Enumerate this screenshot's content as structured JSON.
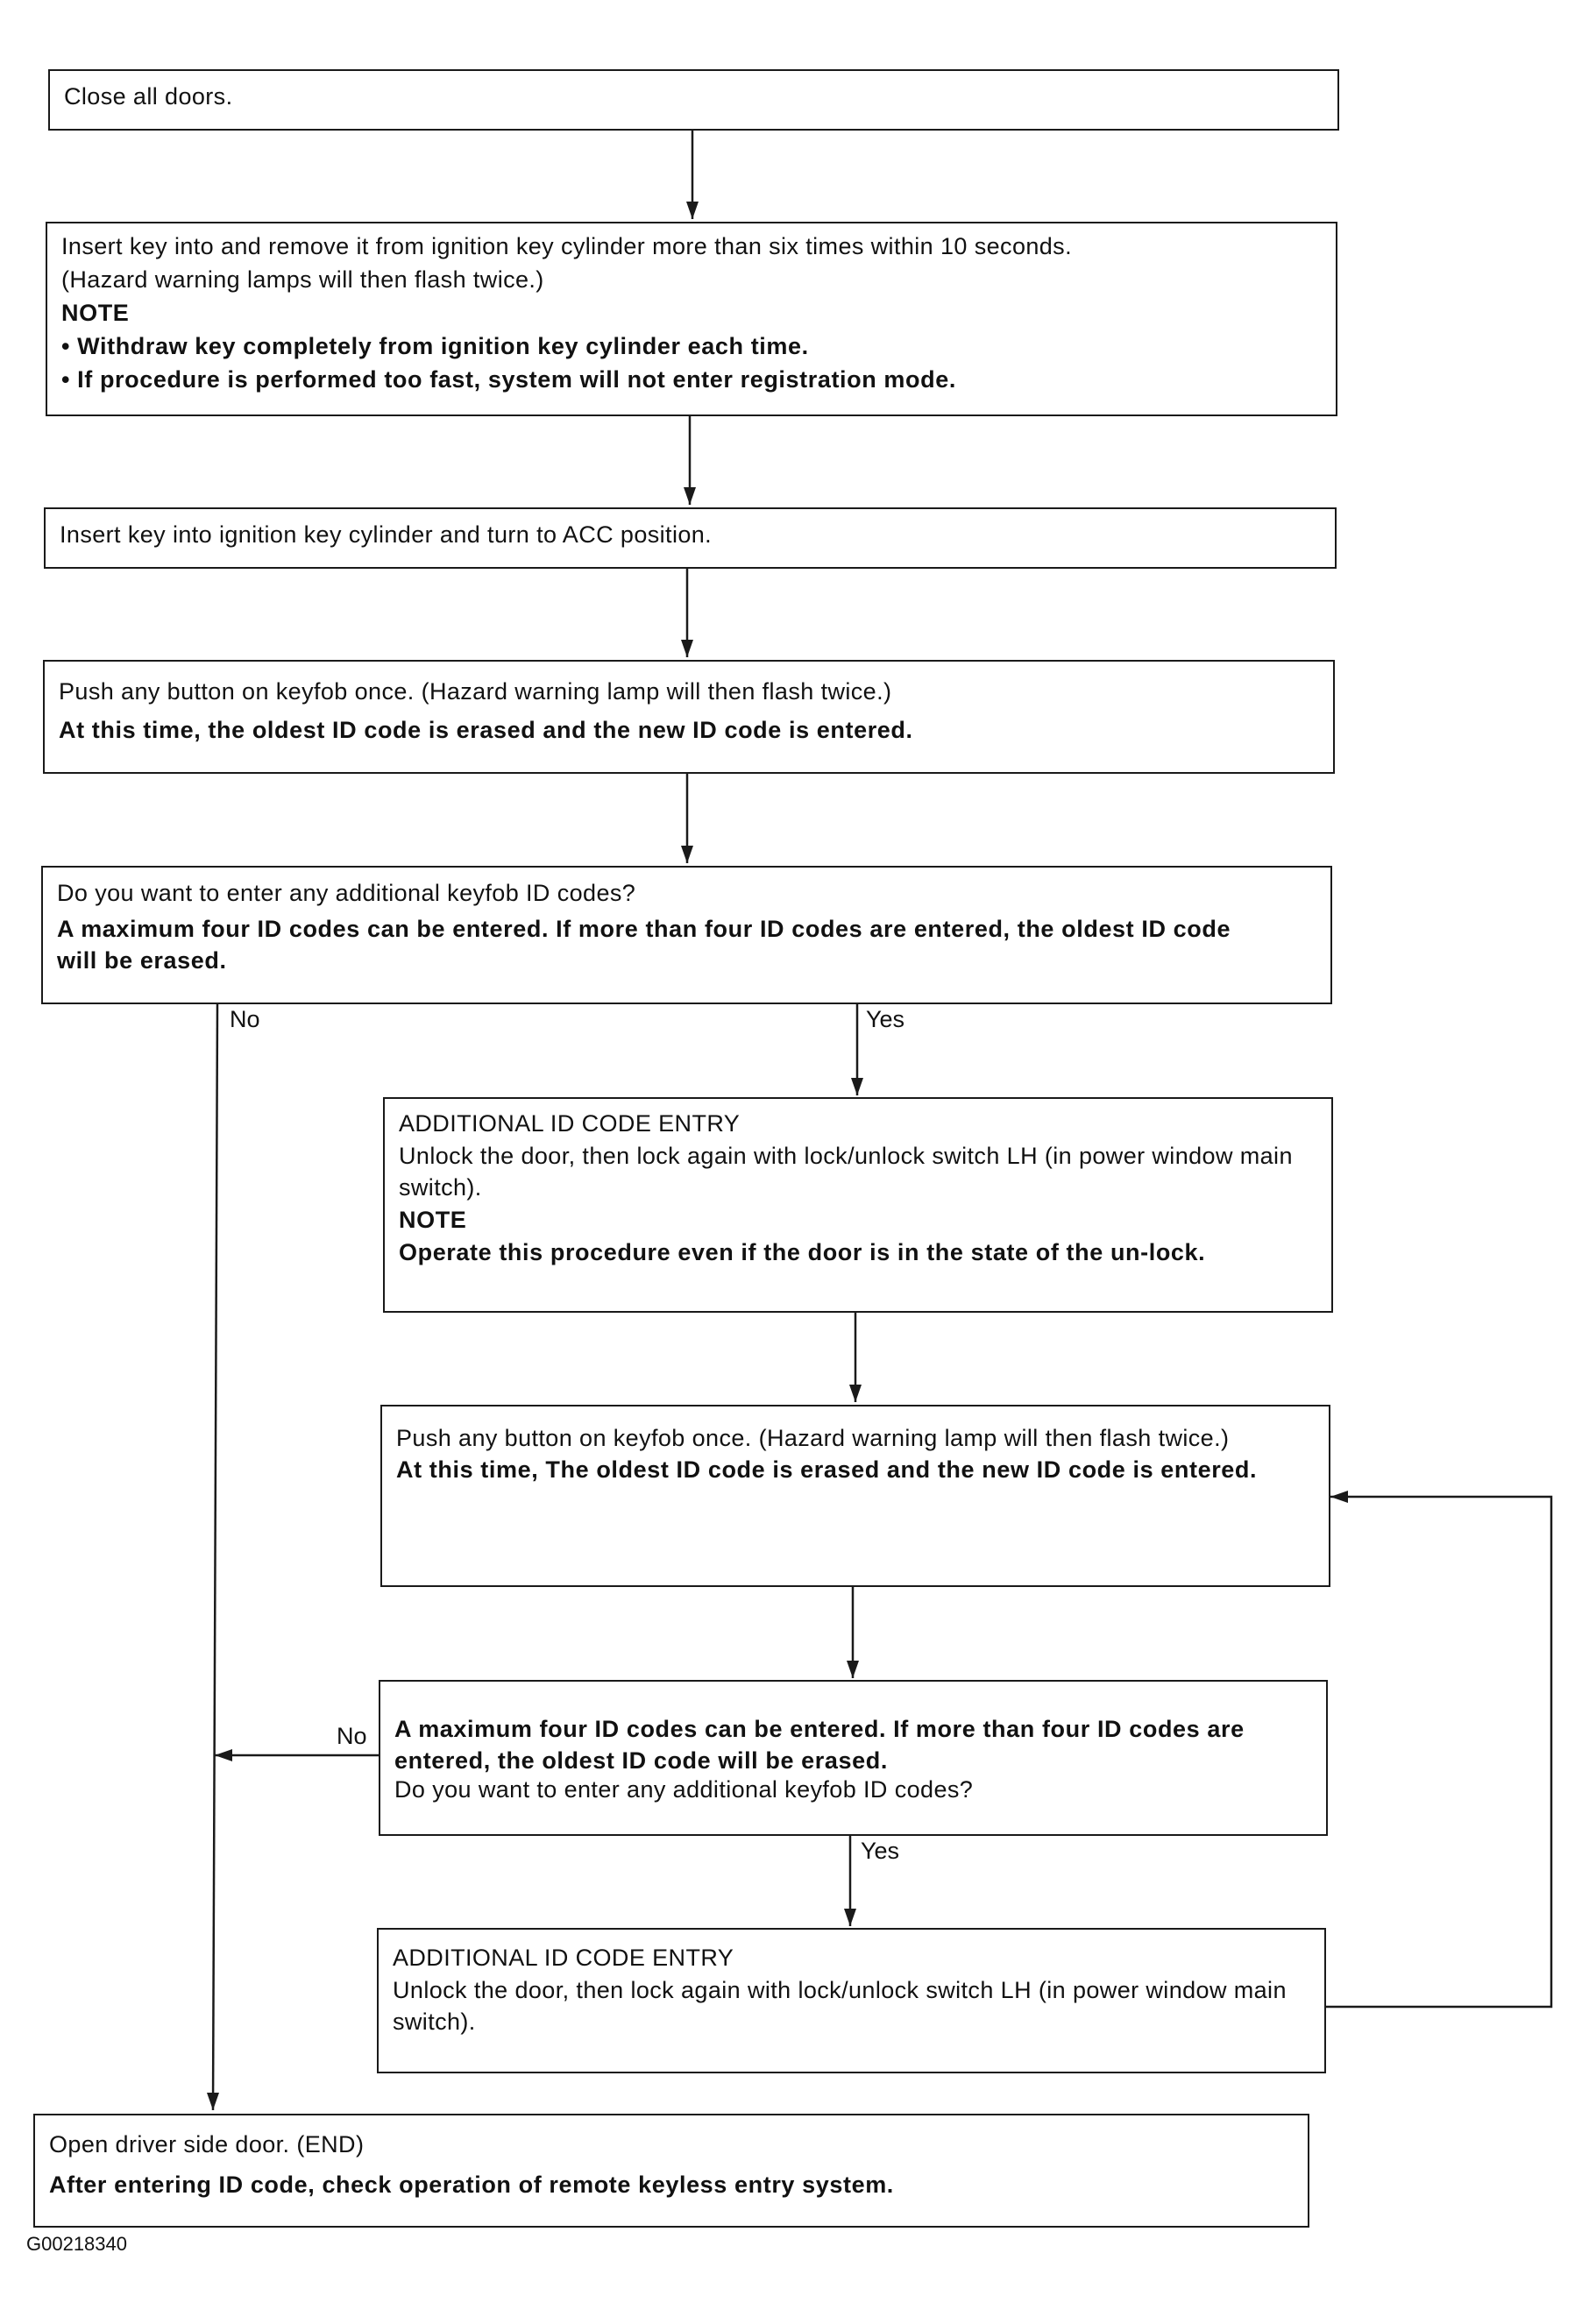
{
  "step_close_doors": "Close all doors.",
  "step_insert_remove": {
    "line1": "Insert key into and remove it from ignition key cylinder more than six times within 10 seconds.",
    "line2": "(Hazard warning lamps will then flash twice.)",
    "note_heading": "NOTE",
    "bullet1": "• Withdraw key completely from ignition key cylinder each time.",
    "bullet2": "• If procedure is performed too fast, system will not enter registration mode."
  },
  "step_acc": "Insert key into ignition key cylinder and turn to ACC position.",
  "step_push_first": {
    "line1": "Push any button on keyfob once. (Hazard warning lamp will then flash twice.)",
    "bold": "At this time, the oldest ID code is erased and the new ID code is entered."
  },
  "decision_first": {
    "question": "Do you want to enter any additional keyfob ID codes?",
    "bold": "A maximum four ID codes can be entered. If more than four ID codes are entered, the oldest ID code will be erased."
  },
  "additional_entry_1": {
    "title": "ADDITIONAL ID CODE ENTRY",
    "text": "Unlock the door, then lock again with lock/unlock switch LH (in power window main switch).",
    "note_heading": "NOTE",
    "note_bold": "Operate this procedure even if the door is in the state of the un-lock."
  },
  "step_push_loop": {
    "line1": "Push any button on keyfob once. (Hazard warning lamp will then flash twice.)",
    "bold": "At this time, The oldest ID code is erased and the new ID code is entered."
  },
  "decision_second": {
    "bold": "A maximum four ID codes can be entered. If more than four ID codes are entered, the oldest ID code will be erased.",
    "question": "Do you want to enter any additional keyfob ID codes?"
  },
  "additional_entry_2": {
    "title": "ADDITIONAL ID CODE ENTRY",
    "text": "Unlock the door, then lock again with lock/unlock switch LH (in power window main switch)."
  },
  "step_end": {
    "line1": "Open driver side door. (END)",
    "bold": "After entering ID code, check operation of remote keyless entry system."
  },
  "labels": {
    "no_1": "No",
    "yes_1": "Yes",
    "no_2": "No",
    "yes_2": "Yes"
  },
  "figure_code": "G00218340"
}
